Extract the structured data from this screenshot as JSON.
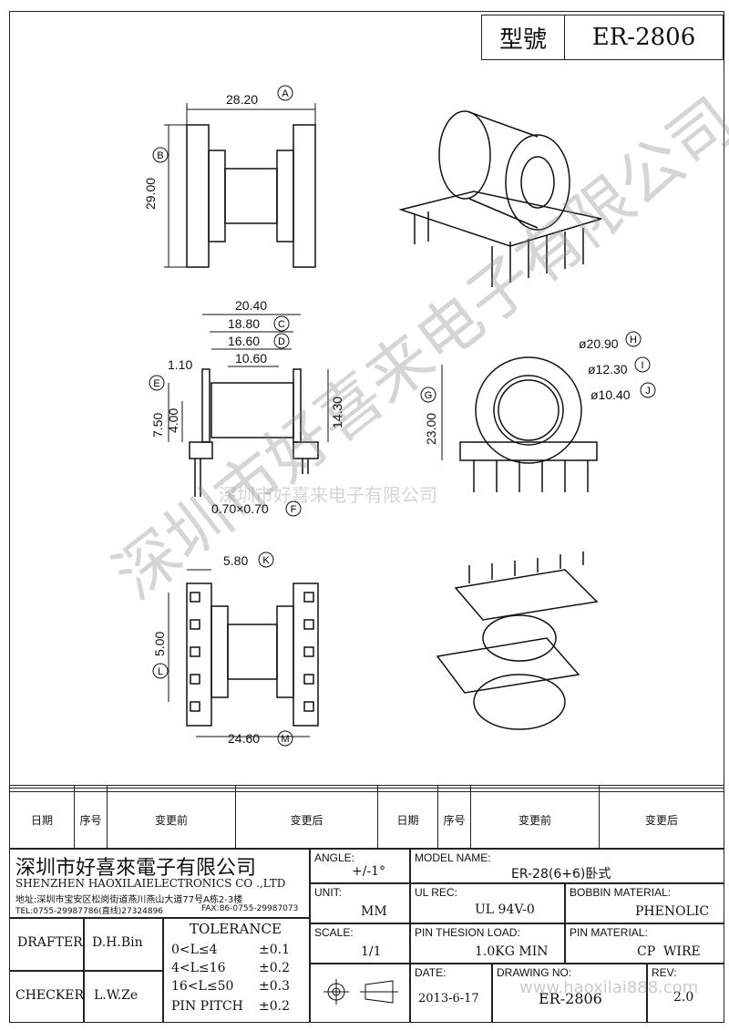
{
  "title": {
    "label": "型號",
    "model": "ER-2806"
  },
  "dims": {
    "a": "28.20",
    "a_tag": "A",
    "b": "29.00",
    "b_tag": "B",
    "w1": "20.40",
    "c": "18.80",
    "c_tag": "C",
    "d": "16.60",
    "d_tag": "D",
    "e1": "1.10",
    "e2": "10.60",
    "e3": "7.50",
    "e_tag": "E",
    "e4": "4.00",
    "e5": "14.30",
    "f": "0.70×0.70",
    "f_tag": "F",
    "g": "23.00",
    "g_tag": "G",
    "h": "ø20.90",
    "h_tag": "H",
    "i": "ø12.30",
    "i_tag": "I",
    "j": "ø10.40",
    "j_tag": "J",
    "k": "5.80",
    "k_tag": "K",
    "l": "5.00",
    "l_tag": "L",
    "m": "24.60",
    "m_tag": "M"
  },
  "watermark": {
    "big": "深圳市好喜来电子有限公司",
    "small": "深圳市好喜来电子有限公司",
    "url": "www.haoxilai888.com"
  },
  "revision": {
    "headers": [
      "日期",
      "序号",
      "变更前",
      "变更后",
      "日期",
      "序号",
      "变更前",
      "变更后"
    ]
  },
  "company": {
    "cn": "深圳市好喜來電子有限公司",
    "en": "SHENZHEN HAOXILAIELECTRONICS CO .,LTD",
    "addr": "地址:深圳市宝安区松岗街道燕川燕山大道77号A栋2-3楼",
    "tel": "TEL:0755-29987786(直线)27324896",
    "fax": "FAX:86-0755-29987073"
  },
  "people": {
    "drafter_label": "DRAFTER",
    "drafter": "D.H.Bin",
    "checker_label": "CHECKER",
    "checker": "L.W.Ze"
  },
  "tolerance": {
    "title": "TOLERANCE",
    "rows": [
      [
        "0<L≤4",
        "±0.1"
      ],
      [
        "4<L≤16",
        "±0.2"
      ],
      [
        "16<L≤50",
        "±0.3"
      ],
      [
        "PIN PITCH",
        "±0.2"
      ]
    ]
  },
  "fields": {
    "angle_label": "ANGLE:",
    "angle": "+/-1°",
    "unit_label": "UNIT:",
    "unit": "MM",
    "scale_label": "SCALE:",
    "scale": "1/1",
    "model_label": "MODEL NAME:",
    "model": "ER-28(6+6)卧式",
    "ul_label": "UL REC:",
    "ul": "UL 94V-0",
    "bobbin_label": "BOBBIN MATERIAL:",
    "bobbin": "PHENOLIC",
    "load_label": "PIN THESION LOAD:",
    "load": "1.0KG MIN",
    "pin_label": "PIN MATERIAL:",
    "pin": "CP  WIRE",
    "date_label": "DATE:",
    "date": "2013-6-17",
    "drawing_label": "DRAWING NO:",
    "drawing": "ER-2806",
    "rev_label": "REV:",
    "rev": "2.0"
  }
}
